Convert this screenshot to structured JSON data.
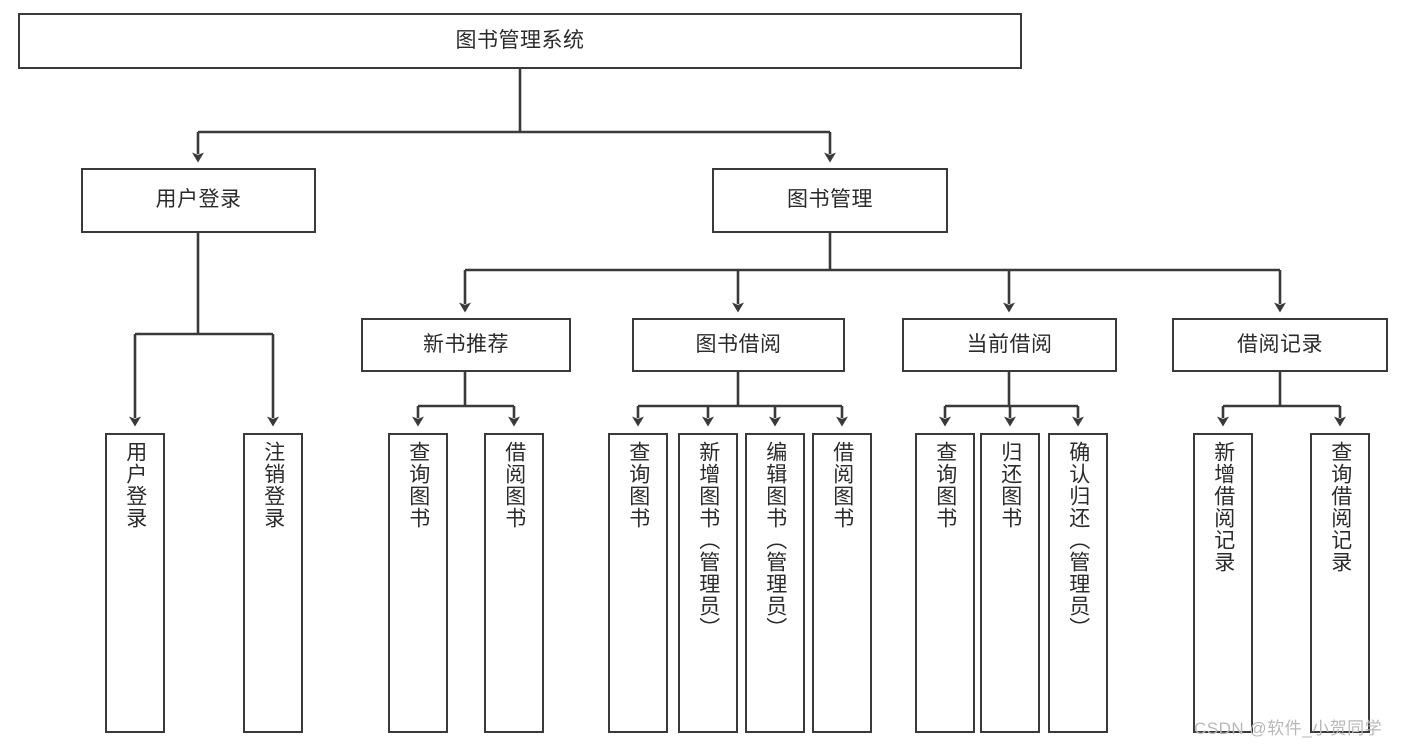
{
  "diagram": {
    "title": "图书管理系统",
    "type": "tree-hierarchy-chart",
    "root": {
      "label": "图书管理系统"
    },
    "level2": [
      {
        "label": "用户登录"
      },
      {
        "label": "图书管理"
      }
    ],
    "level3": [
      {
        "label": "新书推荐"
      },
      {
        "label": "图书借阅"
      },
      {
        "label": "当前借阅"
      },
      {
        "label": "借阅记录"
      }
    ],
    "leaves": {
      "user_login": [
        {
          "label": "用户登录"
        },
        {
          "label": "注销登录"
        }
      ],
      "new_book_recommend": [
        {
          "label": "查询图书"
        },
        {
          "label": "借阅图书"
        }
      ],
      "book_borrow": [
        {
          "label": "查询图书"
        },
        {
          "label": "新增图书（管理员）"
        },
        {
          "label": "编辑图书（管理员）"
        },
        {
          "label": "借阅图书"
        }
      ],
      "current_borrow": [
        {
          "label": "查询图书"
        },
        {
          "label": "归还图书"
        },
        {
          "label": "确认归还（管理员）"
        }
      ],
      "borrow_record": [
        {
          "label": "新增借阅记录"
        },
        {
          "label": "查询借阅记录"
        }
      ]
    }
  },
  "watermark": {
    "text": "CSDN @软件_小贺同学"
  },
  "colors": {
    "line": "#3a3a3a",
    "box_border": "#3a3a3a",
    "box_fill": "#ffffff",
    "text": "#2b2b2b",
    "watermark": "#b8b8b8"
  }
}
